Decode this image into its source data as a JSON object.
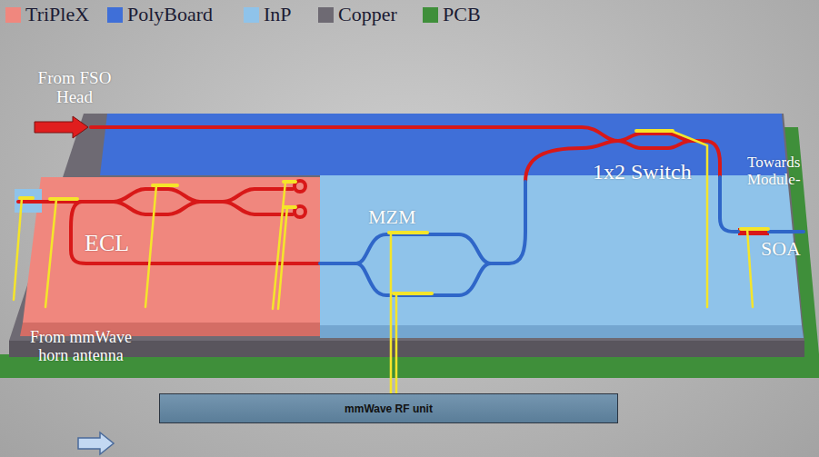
{
  "diagram": {
    "nodes": [
      {
        "text": [
          "mmWave RF unit"
        ]
      }
    ],
    "labels": [
      "From FSO Head",
      "ECL",
      "MZM",
      "1x2 Switch",
      "Towards Module-",
      "SOA",
      "From mmWave horn antenna"
    ],
    "legend": [
      {
        "text": "TriPleX",
        "color": "#f0877e"
      },
      {
        "text": "PolyBoard",
        "color": "#3f6fd8"
      },
      {
        "text": "InP",
        "color": "#8fc3ea"
      },
      {
        "text": "Copper",
        "color": "#6e6a73"
      },
      {
        "text": "PCB",
        "color": "#3f8f3a"
      }
    ]
  }
}
